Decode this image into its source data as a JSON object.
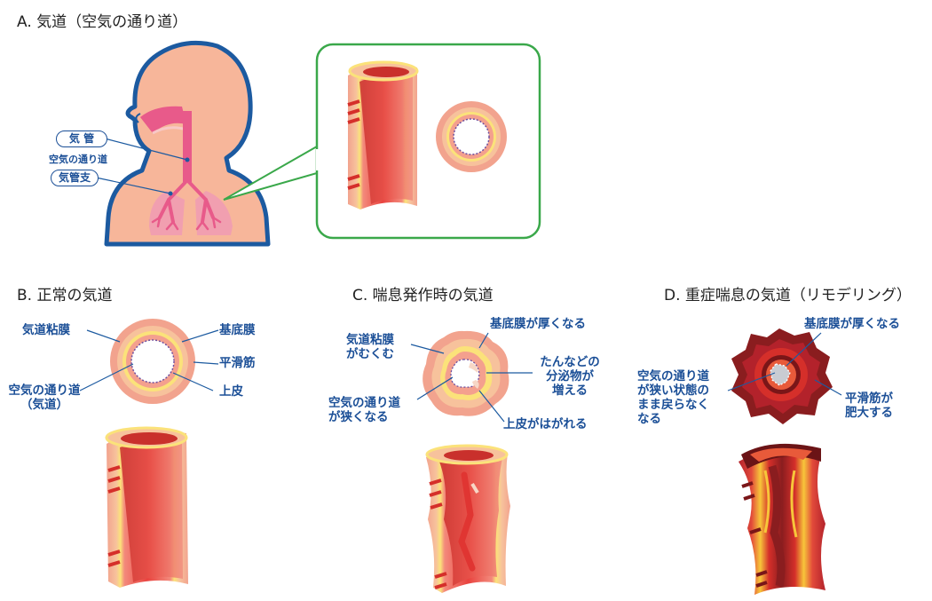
{
  "sections": {
    "a_title": "A. 気道（空気の通り道）",
    "b_title": "B. 正常の気道",
    "c_title": "C. 喘息発作時の気道",
    "d_title": "D. 重症喘息の気道（リモデリング）"
  },
  "panel_a": {
    "trachea": "気 管",
    "airway": "空気の通り道",
    "bronchus": "気管支"
  },
  "panel_b": {
    "mucosa": "気道粘膜",
    "airway_line1": "空気の通り道",
    "airway_line2": "（気道）",
    "basement": "基底膜",
    "smooth_muscle": "平滑筋",
    "epithelium": "上皮"
  },
  "panel_c": {
    "mucosa_line1": "気道粘膜",
    "mucosa_line2": "がむくむ",
    "basement": "基底膜が厚くなる",
    "secretion_line1": "たんなどの",
    "secretion_line2": "分泌物が",
    "secretion_line3": "増える",
    "narrow_line1": "空気の通り道",
    "narrow_line2": "が狭くなる",
    "epithelium": "上皮がはがれる"
  },
  "panel_d": {
    "basement": "基底膜が厚くなる",
    "narrow_line1": "空気の通り道",
    "narrow_line2": "が狭い状態の",
    "narrow_line3": "まま戻らなく",
    "narrow_line4": "なる",
    "muscle_line1": "平滑筋が",
    "muscle_line2": "肥大する"
  },
  "colors": {
    "label": "#1b4f97",
    "callout_border": "#3aa84a",
    "body_fill": "#f7b69a",
    "body_outline": "#1c5aa0",
    "airway_pink": "#e85a8a"
  }
}
